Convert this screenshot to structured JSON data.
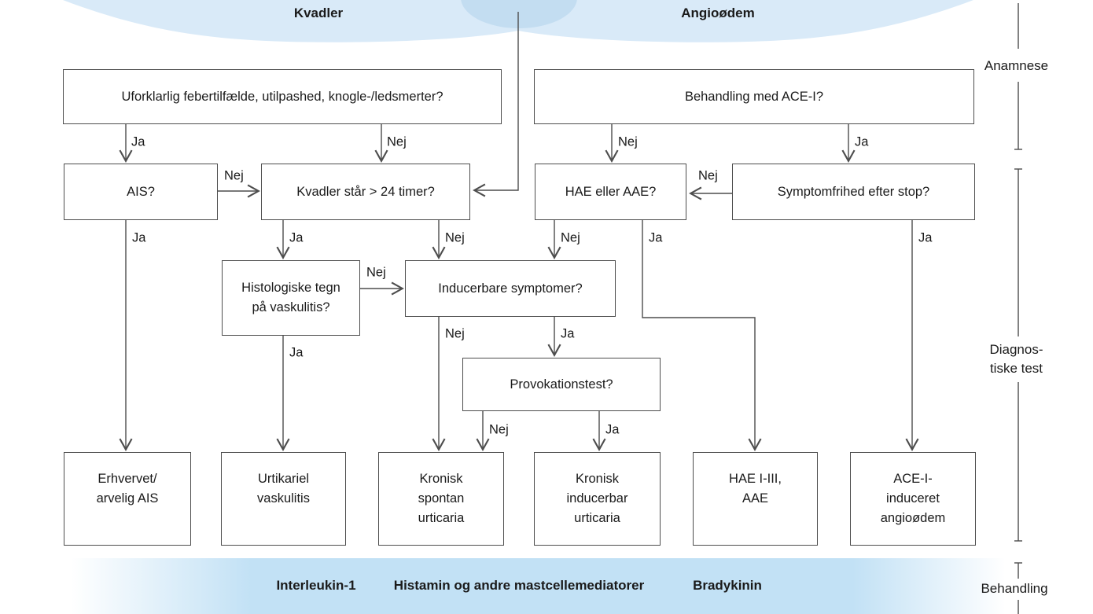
{
  "titles": {
    "kvadler": "Kvadler",
    "angioodem": "Angioødem"
  },
  "phase_labels": {
    "anamnese": "Anamnese",
    "diagnostic_line1": "Diagnos-",
    "diagnostic_line2": "tiske test",
    "behandling": "Behandling"
  },
  "nodes": {
    "uforklarlig": "Uforklarlig febertilfælde, utilpashed, knogle-/ledsmerter?",
    "ace": "Behandling med ACE-I?",
    "ais": "AIS?",
    "kvadler24": "Kvadler står > 24 timer?",
    "hae_aae": "HAE eller AAE?",
    "symptomfrihed": "Symptomfrihed efter stop?",
    "histologiske": [
      "Histologiske tegn",
      "på vaskulitis?"
    ],
    "inducerbare": "Inducerbare symptomer?",
    "provokationstest": "Provokationstest?",
    "erhvervet": [
      "Erhvervet/",
      "arvelig AIS"
    ],
    "urtikariel": [
      "Urtikariel",
      "vaskulitis"
    ],
    "kronisk_spontan": [
      "Kronisk",
      "spontan",
      "urticaria"
    ],
    "kronisk_inducerbar": [
      "Kronisk",
      "inducerbar",
      "urticaria"
    ],
    "hae_i_iii": [
      "HAE I-III,",
      "AAE"
    ],
    "ace_induceret": [
      "ACE-I-",
      "induceret",
      "angioødem"
    ]
  },
  "edge_labels": {
    "ja": "Ja",
    "nej": "Nej"
  },
  "mediators": [
    "Interleukin-1",
    "Histamin og andre mastcellemediatorer",
    "Bradykinin"
  ],
  "colors": {
    "ellipse_light": "#d9eaf8",
    "ellipse_dark": "#c3ddf1",
    "band_blue": "#c2e1f5",
    "line": "#4d4d4d",
    "text": "#1a1a1a"
  }
}
